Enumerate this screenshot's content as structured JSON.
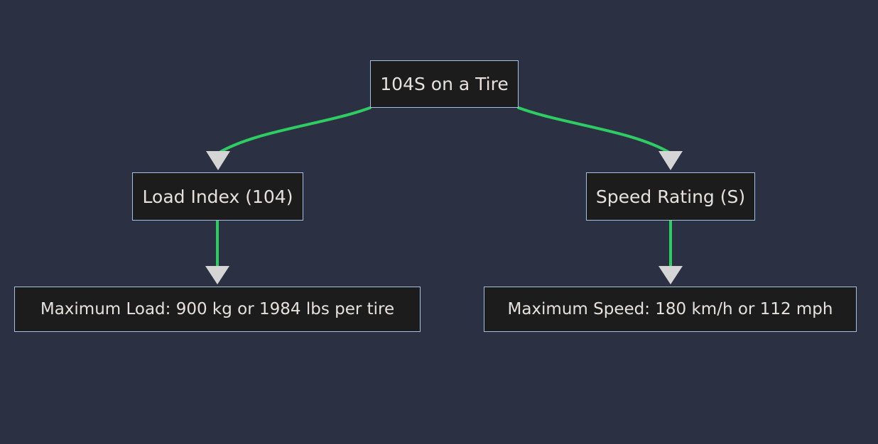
{
  "diagram": {
    "type": "flowchart",
    "direction": "top-down",
    "background_color": "#2b3042",
    "node_fill_color": "#1c1c1c",
    "node_border_color": "#a3c2e3",
    "node_text_color": "#e6e1dc",
    "edge_color": "#2ecc63",
    "arrowhead_color": "#d5d5d5",
    "nodes": [
      {
        "id": "root",
        "label": "104S on a Tire",
        "level": 1
      },
      {
        "id": "load_index",
        "label": "Load Index (104)",
        "level": 2
      },
      {
        "id": "speed_rating",
        "label": "Speed Rating (S)",
        "level": 2
      },
      {
        "id": "max_load",
        "label": "Maximum Load: 900 kg or 1984 lbs per tire",
        "level": 3
      },
      {
        "id": "max_speed",
        "label": "Maximum Speed: 180 km/h or 112 mph",
        "level": 3
      }
    ],
    "edges": [
      {
        "from": "root",
        "to": "load_index",
        "style": "curved",
        "arrow": "triangle-down"
      },
      {
        "from": "root",
        "to": "speed_rating",
        "style": "curved",
        "arrow": "triangle-down"
      },
      {
        "from": "load_index",
        "to": "max_load",
        "style": "straight",
        "arrow": "triangle-down"
      },
      {
        "from": "speed_rating",
        "to": "max_speed",
        "style": "straight",
        "arrow": "triangle-down"
      }
    ]
  }
}
